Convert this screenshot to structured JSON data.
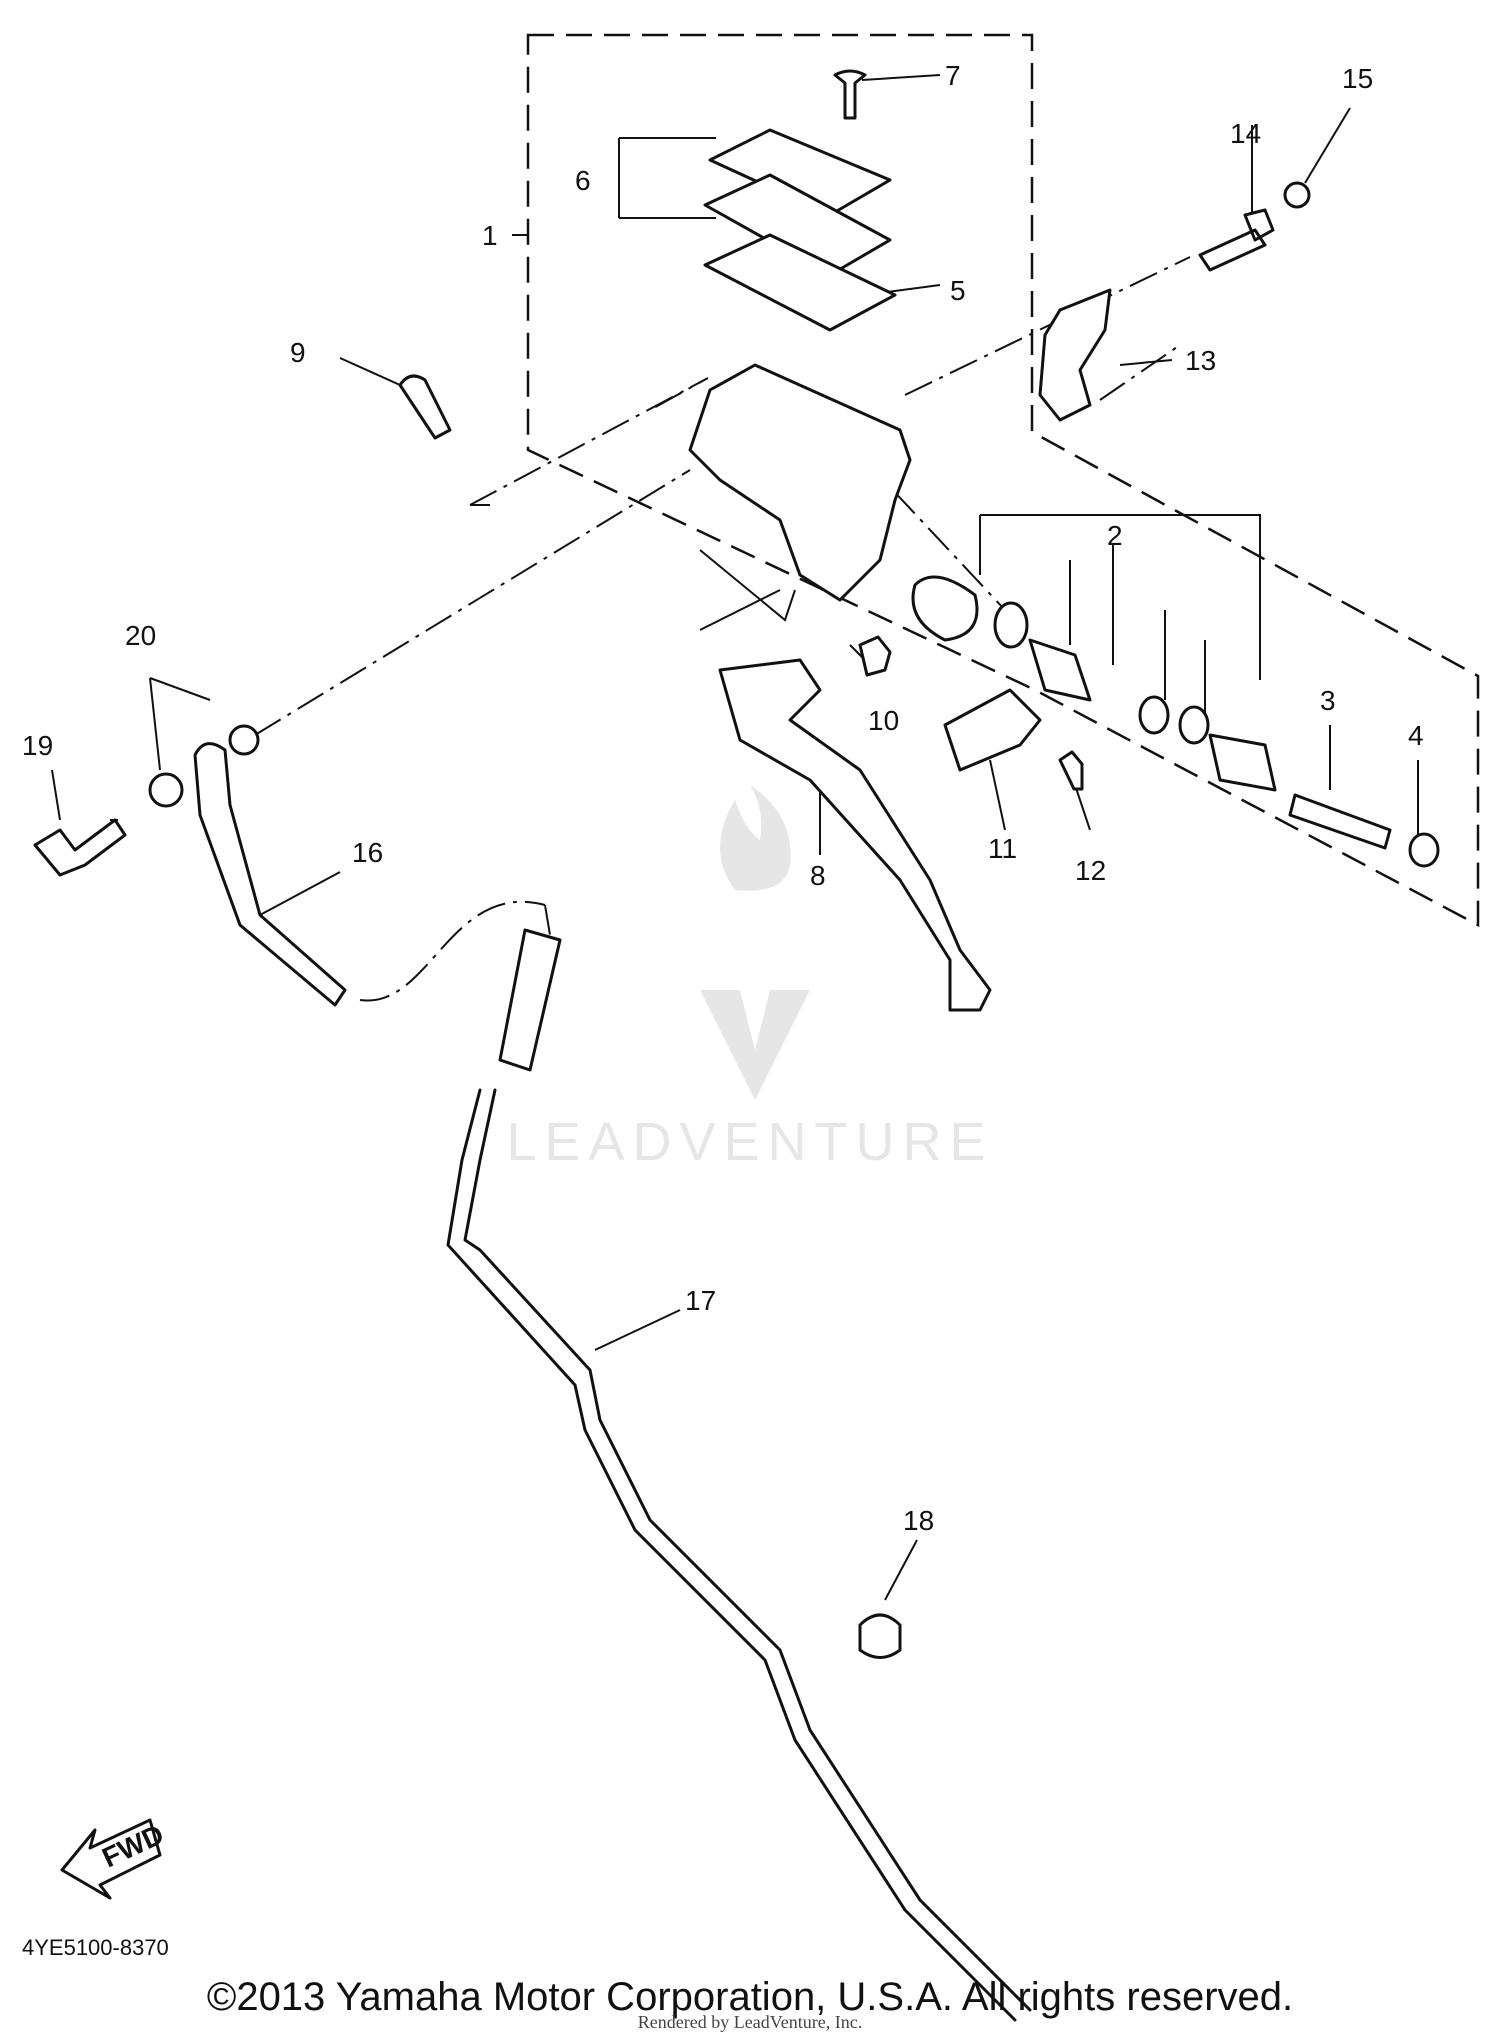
{
  "diagram": {
    "callouts": [
      "1",
      "2",
      "3",
      "4",
      "5",
      "6",
      "7",
      "8",
      "9",
      "10",
      "11",
      "12",
      "13",
      "14",
      "15",
      "16",
      "17",
      "18",
      "19",
      "20"
    ],
    "fwd_label": "FWD",
    "watermark_text": "LEADVENTURE",
    "diagram_code": "4YE5100-8370",
    "copyright": "©2013 Yamaha Motor Corporation, U.S.A. All rights reserved.",
    "rendered_by": "Rendered by LeadVenture, Inc."
  }
}
